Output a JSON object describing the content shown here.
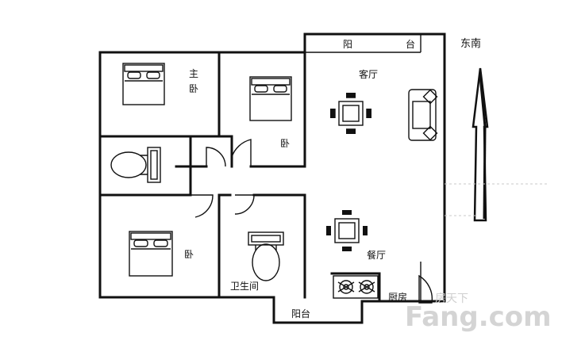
{
  "rooms": {
    "balcony_top": "阳",
    "balcony_top_2": "台",
    "compass": "东南",
    "living_room": "客厅",
    "master_bedroom_1": "主",
    "master_bedroom_2": "卧",
    "bedroom_north": "卧",
    "bedroom_south": "卧",
    "dining_room": "餐厅",
    "bathroom": "卫生间",
    "kitchen": "厨房",
    "balcony_bottom": "阳台"
  },
  "watermark": {
    "brand": "房天下",
    "domain": "Fang.com"
  },
  "colors": {
    "line": "#111111",
    "watermark": "#d9d9d9",
    "background": "#ffffff"
  },
  "icons": [
    "bed-icon",
    "sofa-icon",
    "dining-table-icon",
    "toilet-icon",
    "stove-icon",
    "door-swing-icon",
    "north-arrow-icon"
  ]
}
